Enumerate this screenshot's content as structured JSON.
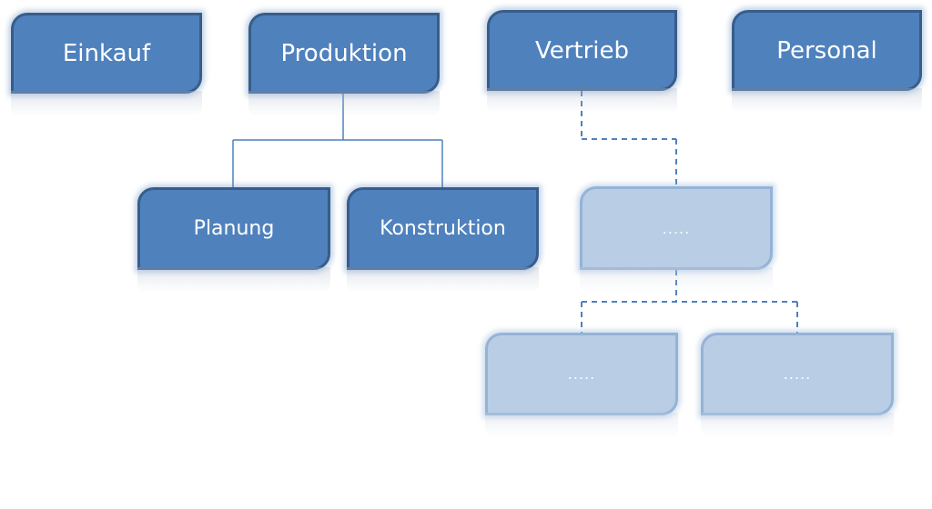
{
  "diagram": {
    "type": "org-chart",
    "top_level": [
      {
        "id": "einkauf",
        "label": "Einkauf"
      },
      {
        "id": "produktion",
        "label": "Produktion"
      },
      {
        "id": "vertrieb",
        "label": "Vertrieb"
      },
      {
        "id": "personal",
        "label": "Personal"
      }
    ],
    "produktion_children": [
      {
        "id": "planung",
        "label": "Planung"
      },
      {
        "id": "konstruktion",
        "label": "Konstruktion"
      }
    ],
    "vertrieb_placeholder": {
      "id": "vertrieb-sub",
      "label": "....."
    },
    "placeholder_children": [
      {
        "id": "sub-a",
        "label": "....."
      },
      {
        "id": "sub-b",
        "label": "....."
      }
    ],
    "edges": [
      {
        "from": "produktion",
        "to": "planung",
        "style": "solid"
      },
      {
        "from": "produktion",
        "to": "konstruktion",
        "style": "solid"
      },
      {
        "from": "vertrieb",
        "to": "vertrieb-sub",
        "style": "dashed"
      },
      {
        "from": "vertrieb-sub",
        "to": "sub-a",
        "style": "dashed"
      },
      {
        "from": "vertrieb-sub",
        "to": "sub-b",
        "style": "dashed"
      }
    ],
    "colors": {
      "node_fill": "#4f81bd",
      "node_border": "#385d8a",
      "placeholder_fill": "#b9cde4",
      "placeholder_border": "#95b3d7",
      "connector": "#4f81bd",
      "text": "#ffffff"
    }
  }
}
